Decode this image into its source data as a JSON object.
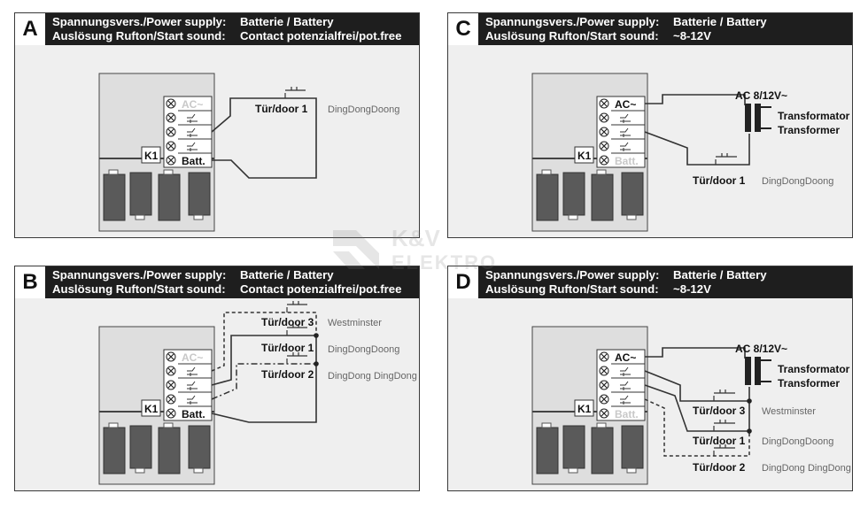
{
  "panels": [
    {
      "id": "A",
      "letter": "A",
      "power_key": "Spannungsvers./Power supply:",
      "power_val": "Batterie / Battery",
      "trigger_key": "Auslösung Rufton/Start sound:",
      "trigger_val": "Contact potenzialfrei/pot.free"
    },
    {
      "id": "B",
      "letter": "B",
      "power_key": "Spannungsvers./Power supply:",
      "power_val": "Batterie / Battery",
      "trigger_key": "Auslösung Rufton/Start sound:",
      "trigger_val": "Contact potenzialfrei/pot.free"
    },
    {
      "id": "C",
      "letter": "C",
      "power_key": "Spannungsvers./Power supply:",
      "power_val": "Batterie / Battery",
      "trigger_key": "Auslösung Rufton/Start sound:",
      "trigger_val": "~8-12V"
    },
    {
      "id": "D",
      "letter": "D",
      "power_key": "Spannungsvers./Power supply:",
      "power_val": "Batterie / Battery",
      "trigger_key": "Auslösung Rufton/Start sound:",
      "trigger_val": "~8-12V"
    }
  ],
  "terminals": {
    "ac": "AC~",
    "batt": "Batt.",
    "k1": "K1"
  },
  "doors": {
    "d1": "Tür/door 1",
    "d2": "Tür/door 2",
    "d3": "Tür/door 3"
  },
  "tones": {
    "t1": "DingDongDoong",
    "t2": "DingDong DingDong",
    "t3": "Westminster"
  },
  "ac_supply": "AC 8/12V~",
  "transformer": {
    "de": "Transformator",
    "en": "Transformer"
  },
  "watermark": {
    "line1": "K&V",
    "line2": "ELEKTRO"
  },
  "colors": {
    "header": "#1e1e1e",
    "panel": "#efefef",
    "battery": "#555555",
    "wire": "#333333"
  }
}
